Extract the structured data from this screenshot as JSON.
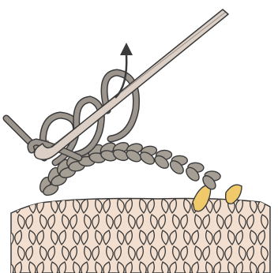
{
  "figure": {
    "kind": "crochet stitch technique illustration",
    "elements": [
      "crochet-hook",
      "working-yarn",
      "loops-on-hook",
      "chain-stitch-row",
      "fabric-base-rows",
      "highlighted-insertion-stitch",
      "direction-arrow"
    ]
  },
  "colors": {
    "background": "#ffffff",
    "outline": "#3a3a3a",
    "hook_fill": "#dcd0c6",
    "working_yarn": "#9c958d",
    "chain_fill": "#a59e95",
    "fabric_fill": "#f3dfcf",
    "highlight_stitch": "#f0c96a"
  },
  "arrow": {
    "direction": "up"
  }
}
